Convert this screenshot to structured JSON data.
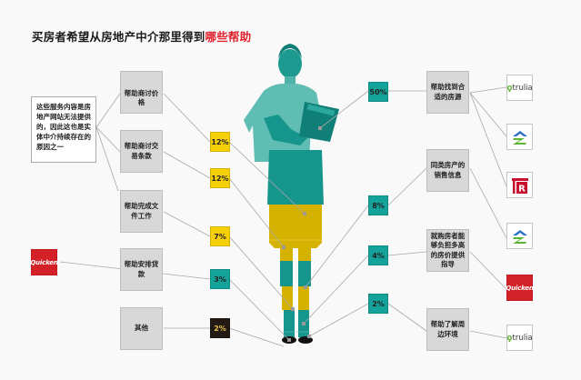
{
  "title": {
    "main": "买房者希望从房地产中介那里得到",
    "highlight": "哪些帮助",
    "highlight_color": "#e0202a"
  },
  "note": {
    "text": "这些服务内容是房地产网站无法提供的，因此这也是实体中介持续存在的原因之一"
  },
  "left_items": [
    {
      "label": "帮助商讨价格",
      "percent": "12%",
      "color": "yellow"
    },
    {
      "label": "帮助商讨交易条款",
      "percent": "12%",
      "color": "yellow"
    },
    {
      "label": "帮助完成文件工作",
      "percent": "7%",
      "color": "yellow"
    },
    {
      "label": "帮助安排贷款",
      "percent": "3%",
      "color": "teal",
      "logo": "Quicken"
    },
    {
      "label": "其他",
      "percent": "2%",
      "color": "dark"
    }
  ],
  "right_items": [
    {
      "label": "帮助找到合适的房源",
      "percent": "50%",
      "color": "teal"
    },
    {
      "label": "同类房产的销售信息",
      "percent": "8%",
      "color": "teal"
    },
    {
      "label": "就购房者能够负担多高的房价提供指导",
      "percent": "4%",
      "color": "teal"
    },
    {
      "label": "帮助了解周边环境",
      "percent": "2%",
      "color": "teal"
    }
  ],
  "logos": {
    "trulia": "trulia",
    "quicken": "Quicken",
    "zillow": "zillow-icon",
    "redfin": "R"
  },
  "colors": {
    "yellow": "#f7cf07",
    "teal": "#14a39a",
    "dark": "#231a14",
    "figure_teal": "#16958c",
    "figure_light_teal": "#5fbdb3",
    "figure_mustard": "#d6b200"
  },
  "chart_data": {
    "type": "table",
    "title": "买房者希望从房地产中介那里得到哪些帮助",
    "categories": [
      "帮助找到合适的房源",
      "帮助商讨价格",
      "帮助商讨交易条款",
      "同类房产的销售信息",
      "帮助完成文件工作",
      "就购房者能够负担多高的房价提供指导",
      "帮助安排贷款",
      "帮助了解周边环境",
      "其他"
    ],
    "values": [
      50,
      12,
      12,
      8,
      7,
      4,
      3,
      2,
      2
    ],
    "unit": "%"
  }
}
